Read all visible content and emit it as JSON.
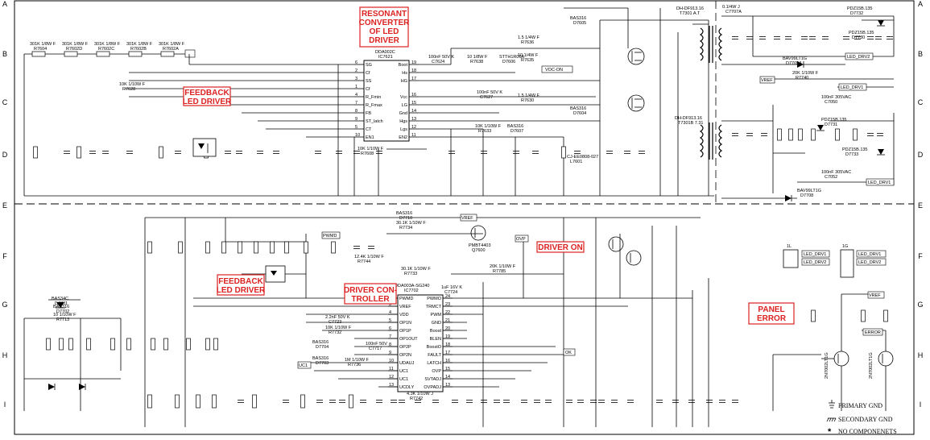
{
  "frame": {
    "rows": [
      "A",
      "B",
      "C",
      "D",
      "E",
      "F",
      "G",
      "H",
      "I"
    ]
  },
  "blocks": {
    "resonant_converter": [
      "RESONANT",
      "CONVERTER",
      "OF LED",
      "DRIVER"
    ],
    "feedback_led_driver_top": [
      "FEEDBACK",
      "LED DRIVER"
    ],
    "feedback_led_driver_bottom": [
      "FEEDBACK",
      "LED DRIVER"
    ],
    "driver_controller": [
      "DRIVER CON-",
      "TROLLER"
    ],
    "driver_on": "DRIVER ON",
    "panel_error": [
      "PANEL",
      "ERROR"
    ]
  },
  "ic_top": {
    "name": "DDA002C",
    "ref": "IC7621",
    "left_pins": [
      {
        "n": "6",
        "label": "SG"
      },
      {
        "n": "2",
        "label": "Cf"
      },
      {
        "n": "3",
        "label": "SS"
      },
      {
        "n": "1",
        "label": "Cf"
      },
      {
        "n": "4",
        "label": "R_Fmin"
      },
      {
        "n": "7",
        "label": "R_Fmax"
      },
      {
        "n": "8",
        "label": "FB"
      },
      {
        "n": "9",
        "label": "ST_latch"
      },
      {
        "n": "5",
        "label": "CT"
      },
      {
        "n": "10",
        "label": "EN1"
      }
    ],
    "right_pins": [
      {
        "n": "19",
        "label": "Boot"
      },
      {
        "n": "18",
        "label": "Hs"
      },
      {
        "n": "17",
        "label": "HG"
      },
      {
        "n": "",
        "label": ""
      },
      {
        "n": "16",
        "label": "Vcc"
      },
      {
        "n": "15",
        "label": "LG"
      },
      {
        "n": "14",
        "label": "Gnd"
      },
      {
        "n": "13",
        "label": "Hgs"
      },
      {
        "n": "12",
        "label": "Lgs"
      },
      {
        "n": "11",
        "label": "EN2"
      }
    ]
  },
  "ic_bottom": {
    "name": "DDA003A-SG240",
    "ref": "IC7702",
    "left_pins": [
      {
        "n": "2",
        "label": "PWMD"
      },
      {
        "n": "3",
        "label": "VREF"
      },
      {
        "n": "4",
        "label": "VDD"
      },
      {
        "n": "5",
        "label": "OP1N"
      },
      {
        "n": "6",
        "label": "OP1P"
      },
      {
        "n": "7",
        "label": "OP1OUT"
      },
      {
        "n": "8",
        "label": "OP2P"
      },
      {
        "n": "9",
        "label": "OP2N"
      },
      {
        "n": "10",
        "label": "UDAUJ"
      },
      {
        "n": "11",
        "label": "UC1"
      },
      {
        "n": "12",
        "label": "UC1"
      },
      {
        "n": "13",
        "label": "UCDLY"
      }
    ],
    "right_pins": [
      {
        "n": "24",
        "label": "PWMO"
      },
      {
        "n": "23",
        "label": "TRMCT"
      },
      {
        "n": "22",
        "label": "PWM"
      },
      {
        "n": "21",
        "label": "GND"
      },
      {
        "n": "20",
        "label": "Boost"
      },
      {
        "n": "19",
        "label": "BLEN"
      },
      {
        "n": "18",
        "label": "BoostO"
      },
      {
        "n": "17",
        "label": "FAULT"
      },
      {
        "n": "16",
        "label": "LATCH"
      },
      {
        "n": "15",
        "label": "OVP"
      },
      {
        "n": "14",
        "label": "SVTADJ"
      },
      {
        "n": "13",
        "label": "OVPADJ"
      }
    ]
  },
  "resistor_chain": [
    {
      "value": "301K 1/8W F",
      "ref": "R7604"
    },
    {
      "value": "301K 1/8W F",
      "ref": "R7602D"
    },
    {
      "value": "301K 1/8W F",
      "ref": "R7602C"
    },
    {
      "value": "301K 1/8W F",
      "ref": "R7602B"
    },
    {
      "value": "301K 1/8W F",
      "ref": "R7602A"
    }
  ],
  "parts": {
    "r7628": [
      "10K 1/10W F",
      "R7628"
    ],
    "c7624": [
      "100nF 50V K",
      "C7624"
    ],
    "r7638": [
      "10 1/8W F",
      "R7638"
    ],
    "d7606": [
      "STTH1R06A",
      "D7606"
    ],
    "r7635": [
      "10 1/4W F",
      "R7635"
    ],
    "r7636": [
      "1.5 1/4W F",
      "R7636"
    ],
    "d7605": [
      "BAS316",
      "D7605"
    ],
    "c7627": [
      "100nF 50V K",
      "C7627"
    ],
    "r7630": [
      "1.5 1/4W F",
      "R7630"
    ],
    "d7604": [
      "BAS316",
      "D7604"
    ],
    "r7633": [
      "10K 1/10W F",
      "R7633"
    ],
    "d7607": [
      "BAS316",
      "D7607"
    ],
    "r7608": [
      "10K 1/10W F",
      "R7608"
    ],
    "t7601": [
      "DH-DF913.16",
      "T7301 A.T"
    ],
    "t7602": [
      "DH-DF913.16",
      "T7301B 7.31"
    ],
    "c7707": [
      "0.1/4W J",
      "C7707A"
    ],
    "l7601": [
      "CJ-EE0808-027",
      "L7601"
    ],
    "d7732": [
      "PDZ15B.135",
      "D7732"
    ],
    "d7733": [
      "PDZ15B.135",
      "D7733"
    ],
    "d7731": [
      "PDZ15B.135",
      "D7731"
    ],
    "d7730": [
      "PDZ15B.135",
      "D7730"
    ],
    "d7705": [
      "BAV99LT1G",
      "D7705A"
    ],
    "d7708": [
      "BAV99LT1G",
      "D7708"
    ],
    "r7740": [
      "20K 1/10W F",
      "R7740"
    ],
    "c7050": [
      "100nF 305VAC",
      "C7050"
    ],
    "c7052": [
      "100nF 305VAC",
      "C7052"
    ],
    "d7710": [
      "BAS316",
      "D7710"
    ],
    "r7734": [
      "30.1K 1/10W F",
      "R7734"
    ],
    "r7744": [
      "12.4K 1/10W F",
      "R7744"
    ],
    "r7733": [
      "30.1K 1/10W F",
      "R7733"
    ],
    "r7785": [
      "20K 1/10W F",
      "R7785"
    ],
    "c7730": [
      "2.2nF 50V K",
      "C7723"
    ],
    "r7732": [
      "10K 1/10W F",
      "R7732"
    ],
    "d7704": [
      "BAS316",
      "D7704"
    ],
    "r7736": [
      "1M 1/10W F",
      "R7736"
    ],
    "c7717": [
      "100nF 50V",
      "C7717"
    ],
    "d7703": [
      "BAS316",
      "D7703"
    ],
    "c7724": [
      "1uF 16V K",
      "C7724"
    ],
    "r7713": [
      "10 1/10W F",
      "R7713"
    ],
    "d7702": [
      "BAS316",
      "D7702"
    ],
    "d7701": [
      "BAS34C",
      "D7701"
    ],
    "r7742": [
      "4.3K 1/10W J",
      "R7742"
    ],
    "q7600": [
      "PMBT4403",
      "Q7600"
    ],
    "q7750": [
      "2N7002LT1G",
      "Q7750"
    ],
    "q7751": [
      "2N7002LT1G",
      "Q7751"
    ]
  },
  "connectors": {
    "left": {
      "ref": "1L",
      "pins": [
        "LED_DRV1",
        "LED_DRV2"
      ]
    },
    "right": {
      "ref": "1G",
      "pins": [
        "LED_DRV1",
        "LED_DRV2"
      ]
    }
  },
  "net_labels": {
    "voc_on": "VOC-ON",
    "led_drv2": "LED_DRV2",
    "led_drv1": "LED_DRV1",
    "vref": "VREF",
    "pwmd": "PWMD",
    "vref2": "VREF",
    "error": "ERROR",
    "ovp": "OVP",
    "ok": "OK",
    "uc1": "UC1"
  },
  "legend": {
    "primary": "PRIMARY GND",
    "secondary": "SECONDARY GND",
    "nocomp": "NO COMPONENETS"
  }
}
